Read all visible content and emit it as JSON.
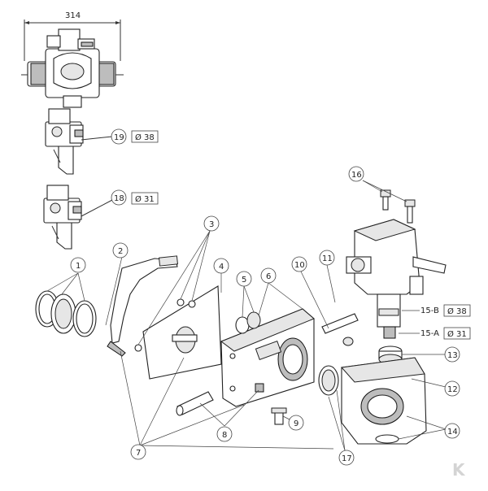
{
  "dimension_top": "314",
  "callouts": {
    "c1": "1",
    "c2": "2",
    "c3": "3",
    "c4": "4",
    "c5": "5",
    "c6": "6",
    "c7": "7",
    "c8": "8",
    "c9": "9",
    "c10": "10",
    "c11": "11",
    "c12": "12",
    "c13": "13",
    "c14": "14",
    "c16": "16",
    "c17": "17",
    "c18": "18",
    "c19": "19",
    "c15a": "15-A",
    "c15b": "15-B"
  },
  "diameters": {
    "d19": "Ø 38",
    "d18": "Ø 31",
    "d15b": "Ø 38",
    "d15a": "Ø 31"
  },
  "logo": "K"
}
